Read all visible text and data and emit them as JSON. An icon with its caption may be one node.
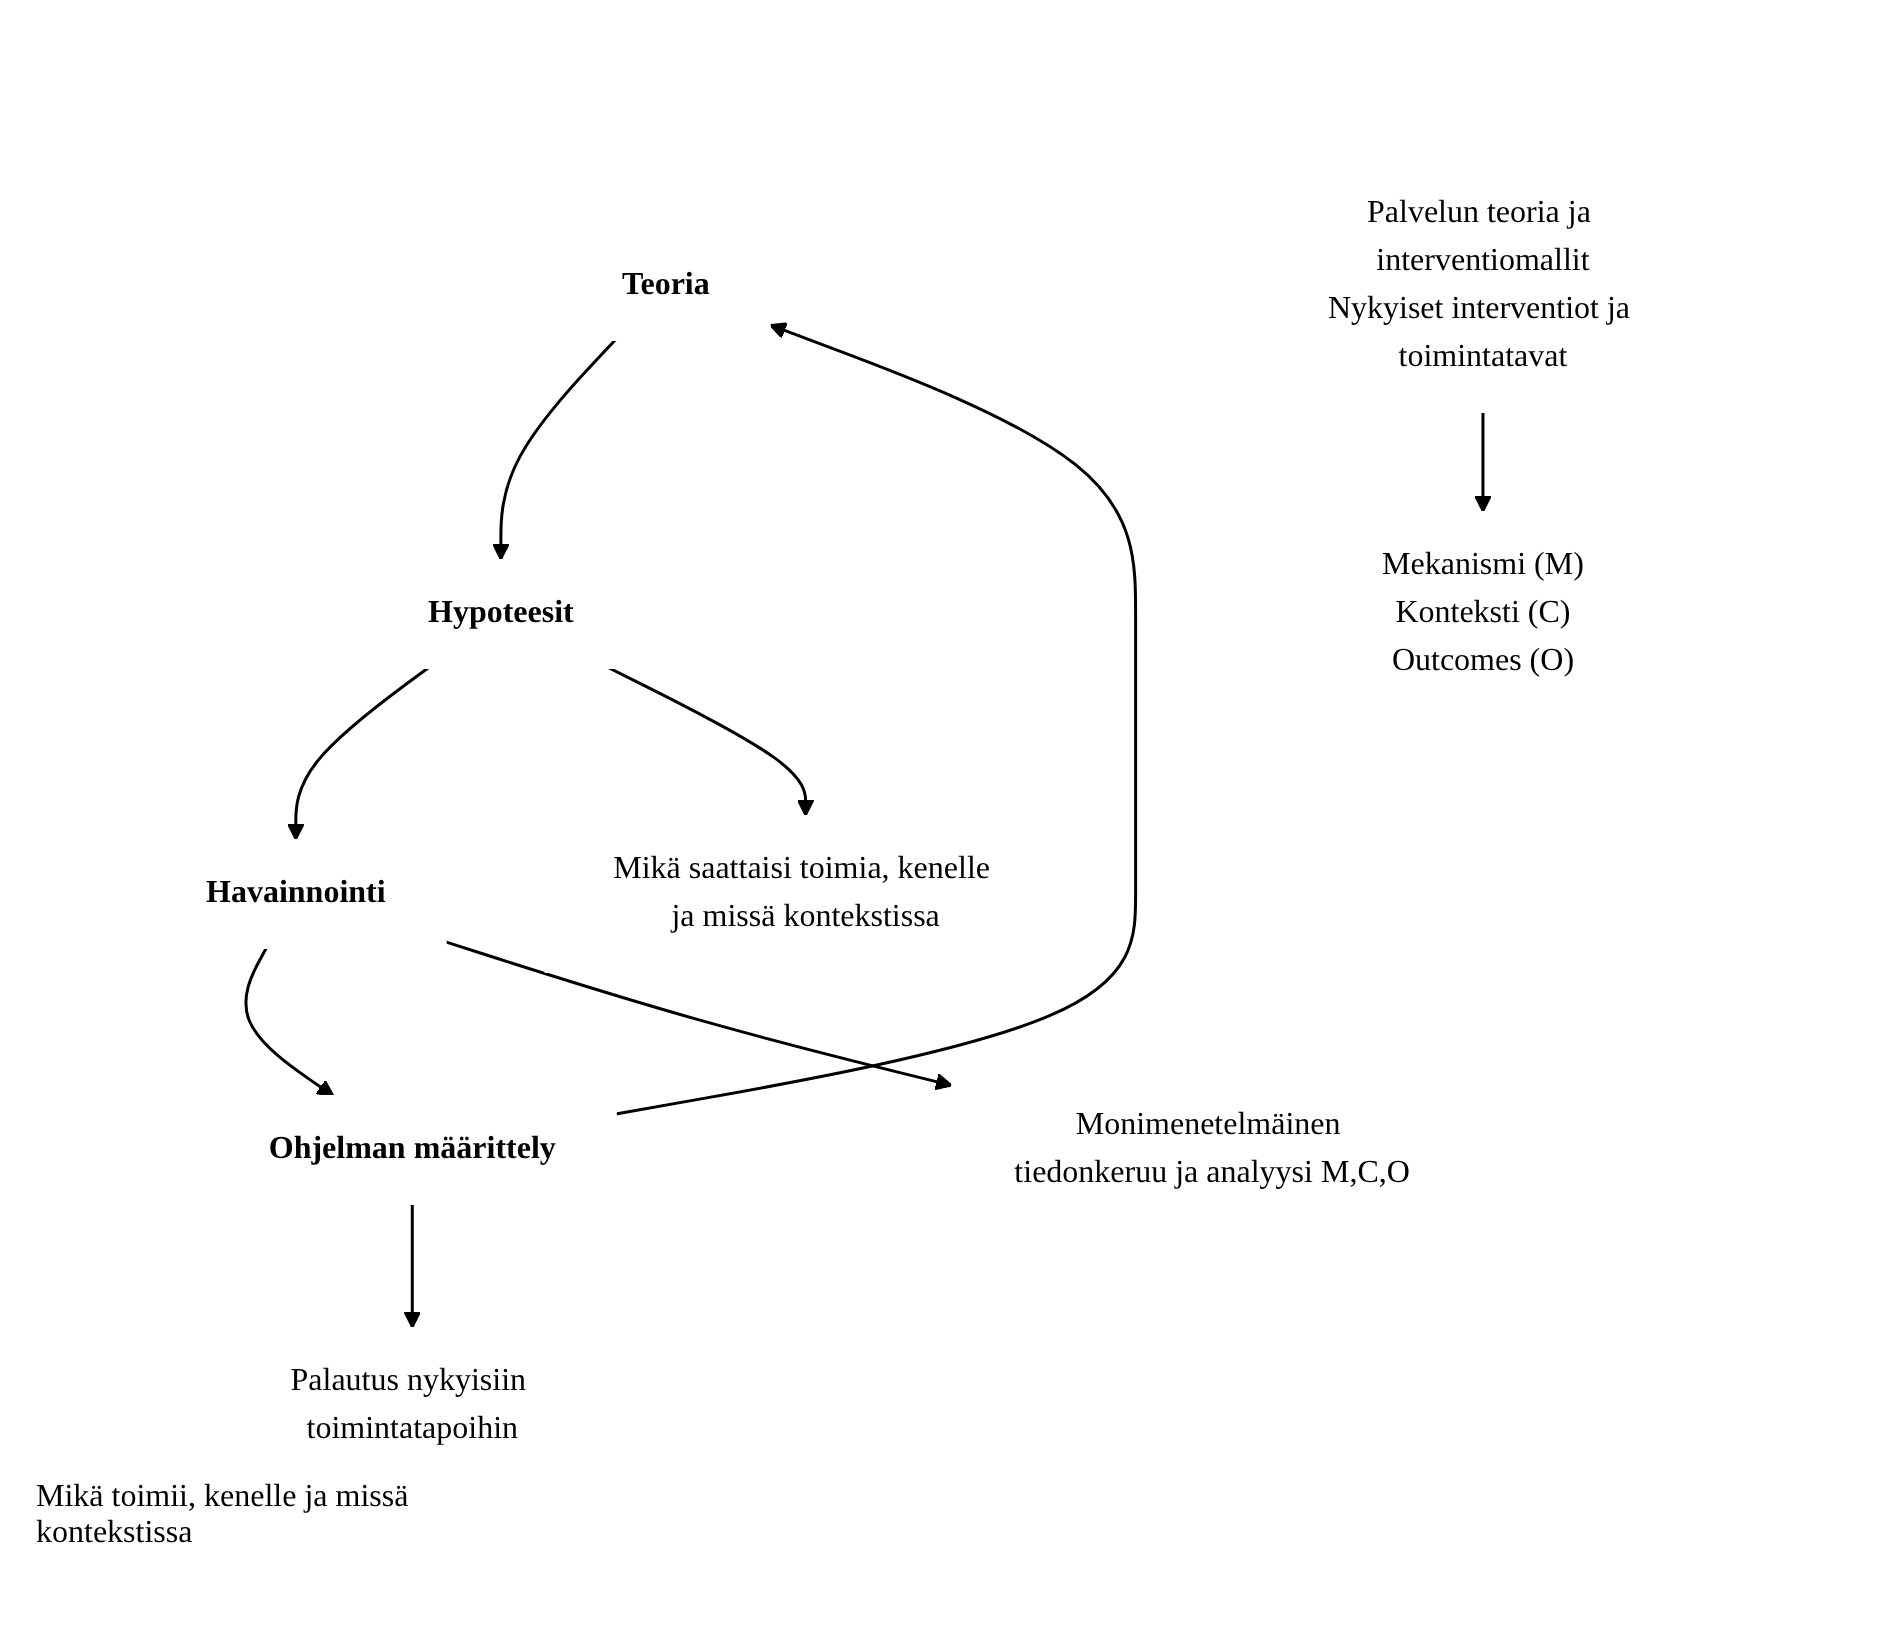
{
  "diagram": {
    "nodes": [
      {
        "text": [
          "Teoria"
        ]
      },
      {
        "text": [
          "Hypoteesit"
        ]
      },
      {
        "text": [
          "Havainnointi"
        ]
      },
      {
        "text": [
          "Ohjelman määrittely"
        ]
      },
      {
        "text": [
          "Palvelun teoria ja interventiomallit",
          "Nykyiset interventiot ja toimintatavat"
        ]
      },
      {
        "text": [
          "Mekanismi (M)",
          "Konteksti (C)",
          "Outcomes (O)"
        ]
      },
      {
        "text": [
          "Mikä saattaisi toimia, kenelle ja missä kontekstissa"
        ]
      },
      {
        "text": [
          "Monimenetelmäinen tiedonkeruu ja analyysi M,C,O"
        ]
      },
      {
        "text": [
          "Palautus nykyisiin toimintatapoihin"
        ]
      }
    ],
    "edges": [
      {
        "from": 0,
        "to": 1,
        "arrow": "to"
      },
      {
        "from": 1,
        "to": 2,
        "arrow": "to"
      },
      {
        "from": 2,
        "to": 3,
        "arrow": "to"
      },
      {
        "from": 3,
        "to": 0,
        "arrow": "to"
      },
      {
        "from": 4,
        "to": 5,
        "arrow": "to"
      },
      {
        "from": 1,
        "to": 6,
        "arrow": "to"
      },
      {
        "from": 2,
        "to": 7,
        "arrow": "to"
      },
      {
        "from": 3,
        "to": 8,
        "arrow": "to"
      }
    ],
    "labels": [
      "Mikä toimii, kenelle ja missä kontekstissa"
    ]
  }
}
